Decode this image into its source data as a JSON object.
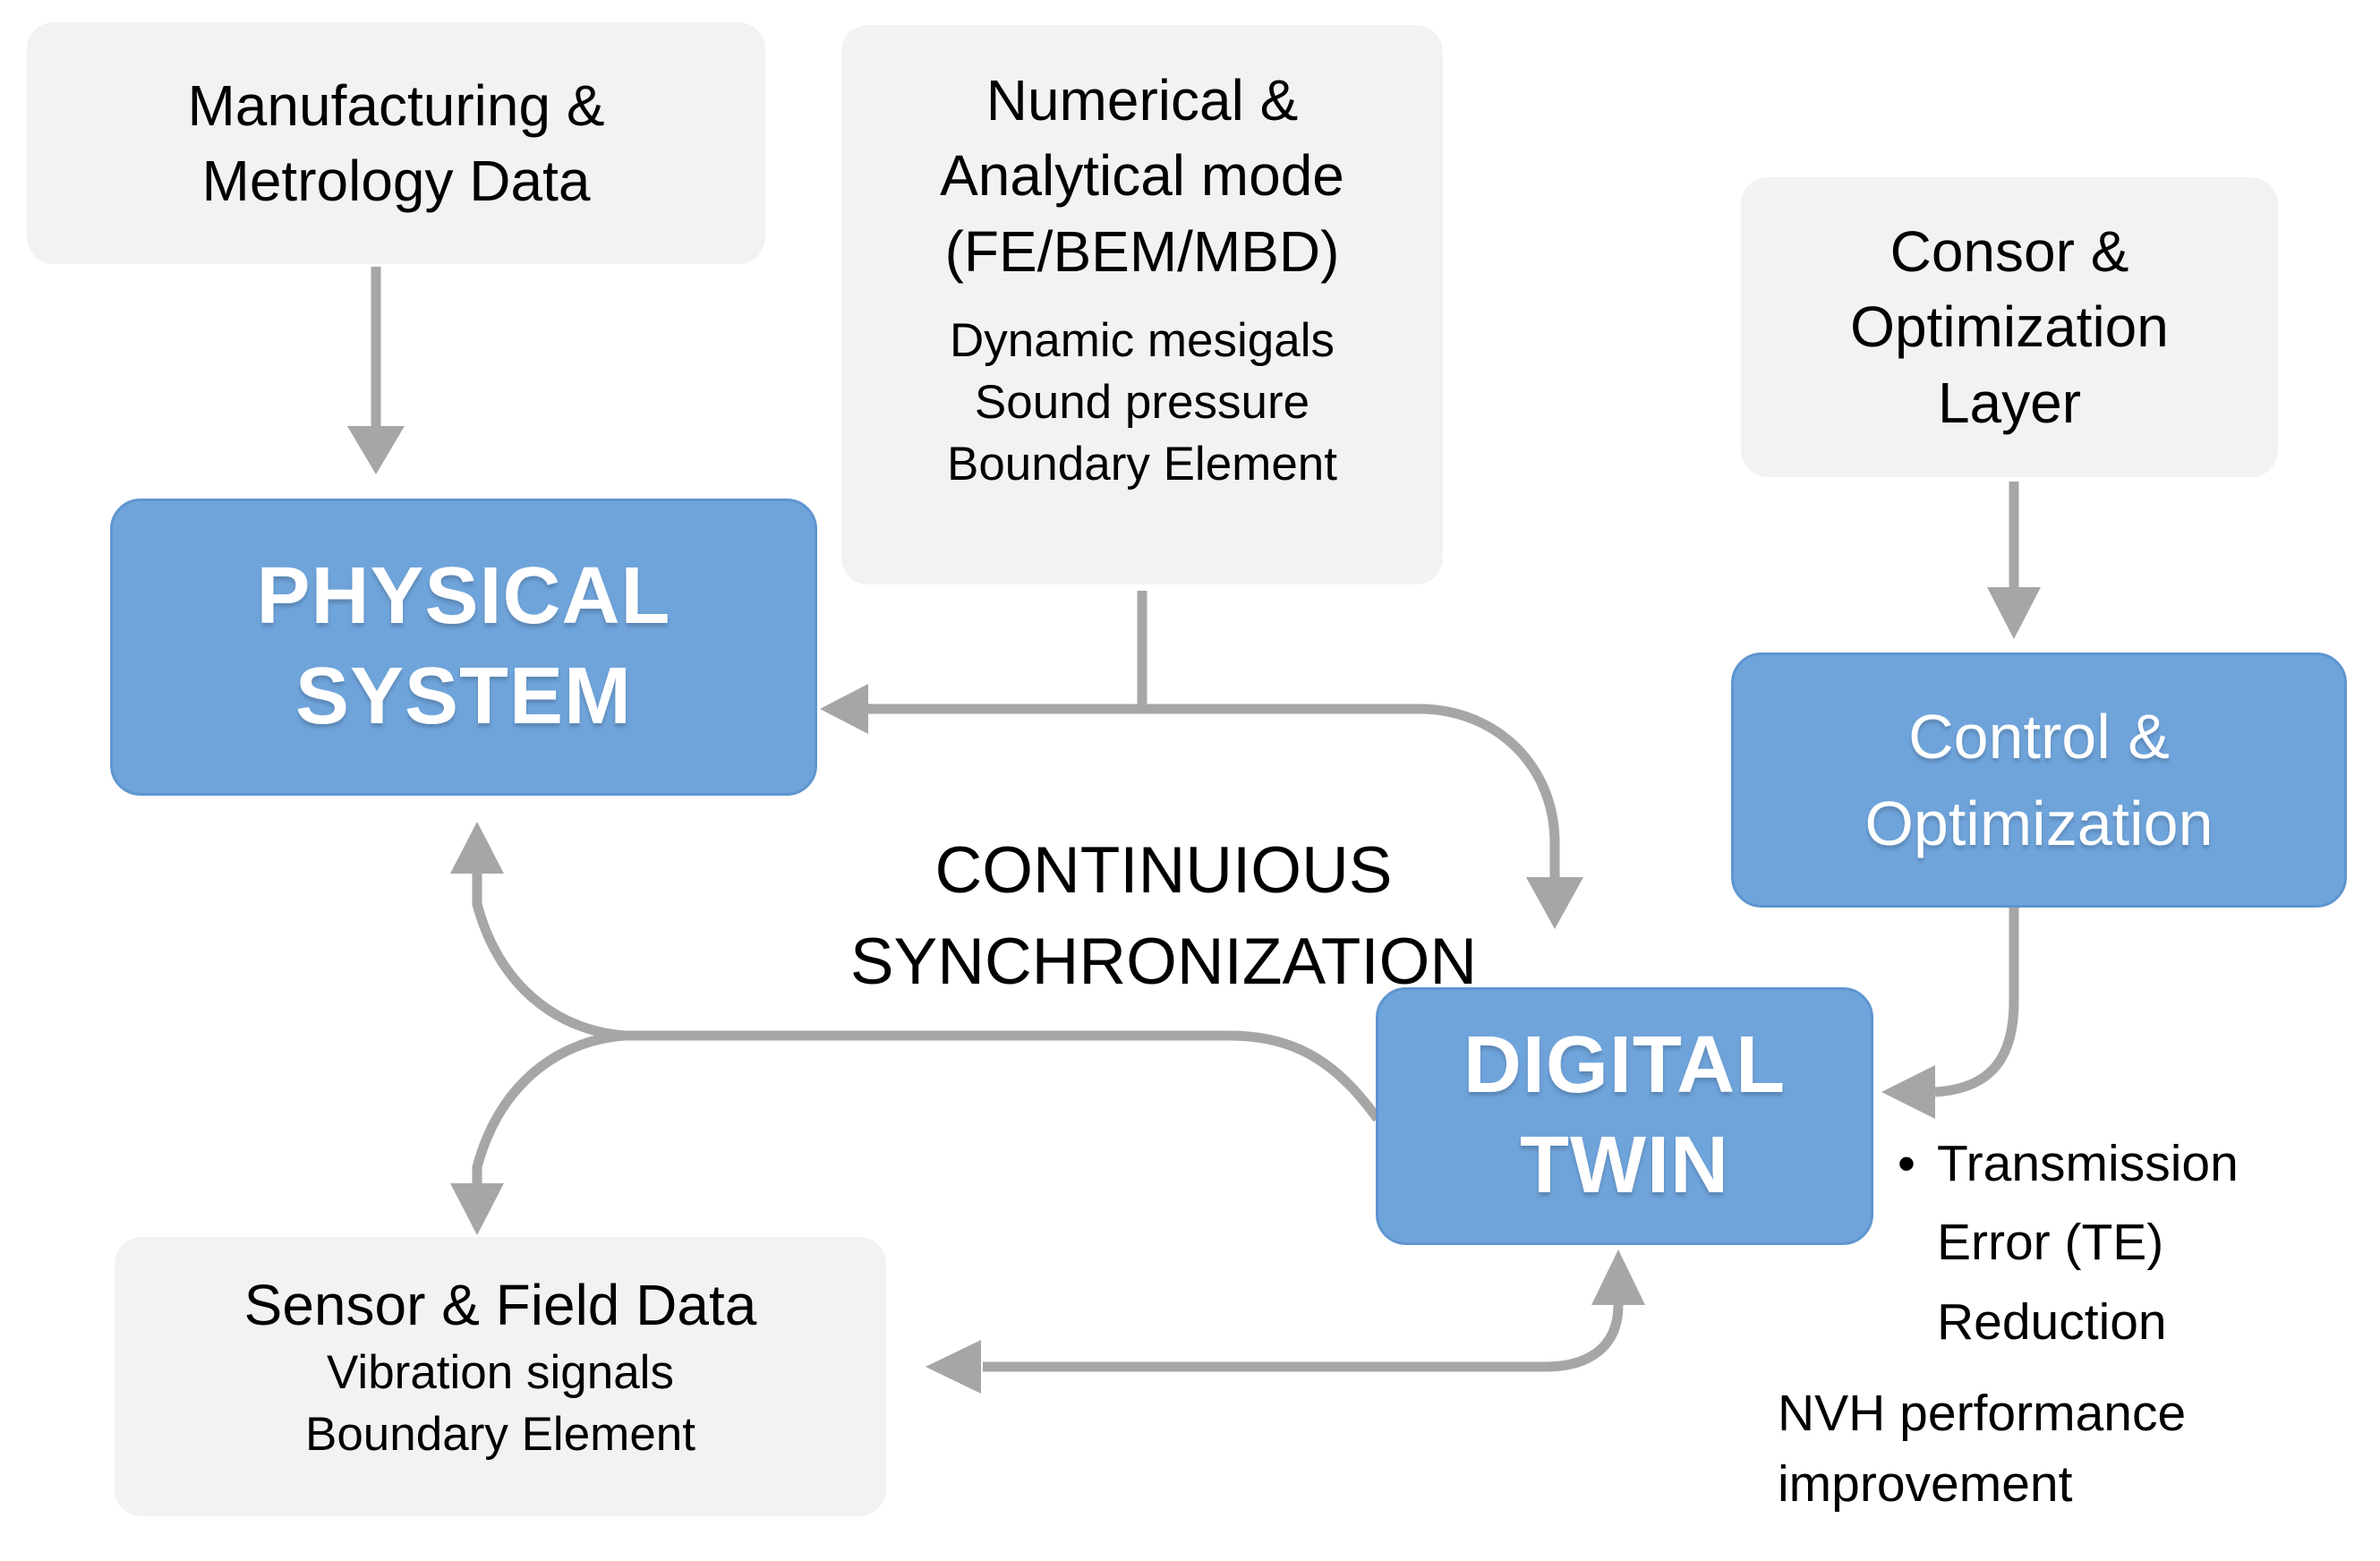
{
  "diagram": {
    "title": "Digital twin continuous synchronization flowchart",
    "colors": {
      "box_blue": "#6FA4DB",
      "box_blue_border": "#5E95D0",
      "box_gray": "#F2F2F2",
      "arrow_gray": "#A6A6A6",
      "text_black": "#000000",
      "text_white": "#FFFFFF",
      "background": "#FFFFFF"
    },
    "nodes": {
      "manufacturing": {
        "lines": [
          "Manufacturing &",
          "Metrology Data"
        ]
      },
      "numerical": {
        "title_lines": [
          "Numerical &",
          "Analytical mode",
          "(FE/BEM/MBD)"
        ],
        "sub_lines": [
          "Dynamic mesigals",
          "Sound pressure",
          "Boundary Element"
        ]
      },
      "consor": {
        "lines": [
          "Consor &",
          "Optimization",
          "Layer"
        ]
      },
      "physical": {
        "lines": [
          "PHYSICAL",
          "SYSTEM"
        ]
      },
      "control": {
        "lines": [
          "Control &",
          "Optimization"
        ]
      },
      "digital": {
        "lines": [
          "DIGITAL",
          "TWIN"
        ]
      },
      "sensor": {
        "title": "Sensor & Field Data",
        "sub_lines": [
          "Vibration signals",
          "Boundary Element"
        ]
      },
      "sync_label": {
        "lines": [
          "CONTINUIOUS",
          "SYNCHRONIZATION"
        ]
      },
      "outcomes": {
        "bullet_marker": "•",
        "bullet_lines": [
          "Transmission",
          "Error (TE)",
          "Reduction"
        ],
        "note_lines": [
          "NVH performance",
          "improvement"
        ]
      }
    },
    "connectors": [
      {
        "name": "manufacturing-to-physical",
        "from": "Manufacturing & Metrology Data",
        "to": "PHYSICAL SYSTEM"
      },
      {
        "name": "numerical-to-physical-and-digital",
        "from": "Numerical & Analytical mode (FE/BEM/MBD)",
        "to": "PHYSICAL SYSTEM and DIGITAL TWIN"
      },
      {
        "name": "consor-to-control",
        "from": "Consor & Optimization Layer",
        "to": "Control & Optimization"
      },
      {
        "name": "control-to-digital",
        "from": "Control & Optimization",
        "to": "DIGITAL TWIN"
      },
      {
        "name": "digital-to-physical-and-sensor",
        "from": "DIGITAL TWIN",
        "to": "PHYSICAL SYSTEM and Sensor & Field Data"
      },
      {
        "name": "digital-sensor-feedback",
        "from": "DIGITAL TWIN",
        "to": "Sensor & Field Data"
      }
    ]
  }
}
